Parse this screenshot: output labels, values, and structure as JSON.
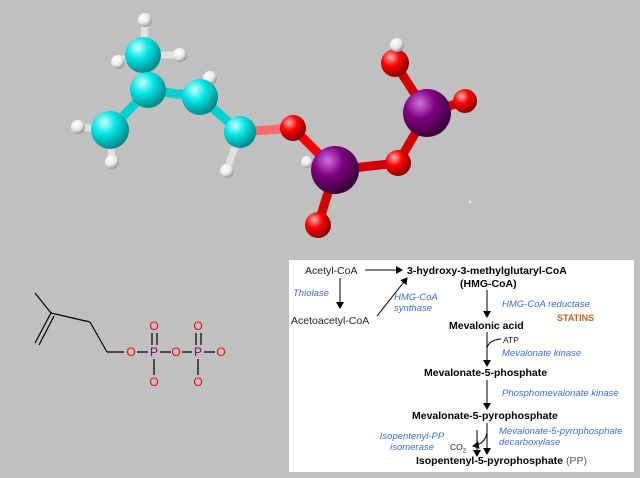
{
  "pathway": {
    "acetyl_coa": "Acetyl-CoA",
    "acetoacetyl_coa": "Acetoacetyl-CoA",
    "hmg_coa_line1": "3-hydroxy-3-methylglutaryl-CoA",
    "hmg_coa_line2": "(HMG-CoA)",
    "mevalonic_acid": "Mevalonic acid",
    "mevalonate_5_phosphate": "Mevalonate-5-phosphate",
    "mevalonate_5_pyrophosphate": "Mevalonate-5-pyrophosphate",
    "ipp_name": "Isopentenyl-5-pyrophosphate",
    "ipp_abbrev": "(PP)",
    "atp": "ATP",
    "co2": "CO",
    "co2_sub": "2",
    "statins": "STATINS",
    "enzymes": {
      "thiolase": "Thiolase",
      "hmg_coa_synthase_line1": "HMG-CoA",
      "hmg_coa_synthase_line2": "synthase",
      "hmg_coa_reductase": "HMG-CoA reductase",
      "mevalonate_kinase": "Mevalonate kinase",
      "phosphomevalonate_kinase": "Phosphomevalonate kinase",
      "decarboxylase_line1": "Mevalonate-5-pyrophosphate",
      "decarboxylase_line2": "decarboxylase",
      "isomerase_line1": "Isopentenyl-PP",
      "isomerase_line2": "isomerase"
    }
  },
  "skeletal_formula": {
    "atoms": [
      "O",
      "P",
      "O",
      "O",
      "O",
      "P",
      "O",
      "O",
      "O"
    ]
  },
  "colors": {
    "background": "#c0c0c0",
    "carbon": "#00e5e5",
    "hydrogen": "#ffffff",
    "oxygen": "#ff0000",
    "phosphorus": "#800080",
    "enzyme_text": "#3a6fd8",
    "statins_text": "#c0641a"
  }
}
